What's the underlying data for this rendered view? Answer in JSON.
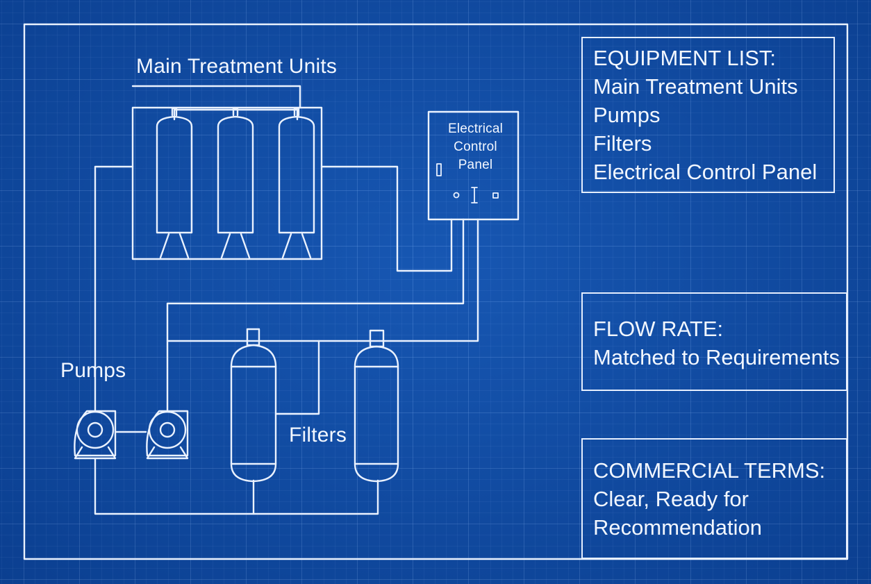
{
  "colors": {
    "background": "#0e4ba2",
    "line": "#eaf2ff",
    "grid": "#96c3ff"
  },
  "diagram": {
    "treatment_label": "Main Treatment Units",
    "pumps_label": "Pumps",
    "filters_label": "Filters",
    "control_panel": {
      "title_lines": [
        "Electrical",
        "Control",
        "Panel"
      ]
    }
  },
  "equipment_list": {
    "heading": "EQUIPMENT LIST:",
    "items": [
      "Main Treatment Units",
      "Pumps",
      "Filters",
      "Electrical Control Panel"
    ]
  },
  "flow_rate": {
    "heading": "FLOW RATE:",
    "value": "Matched to Requirements"
  },
  "commercial_terms": {
    "heading": "COMMERCIAL TERMS:",
    "lines": [
      "Clear, Ready for",
      "Recommendation"
    ]
  }
}
